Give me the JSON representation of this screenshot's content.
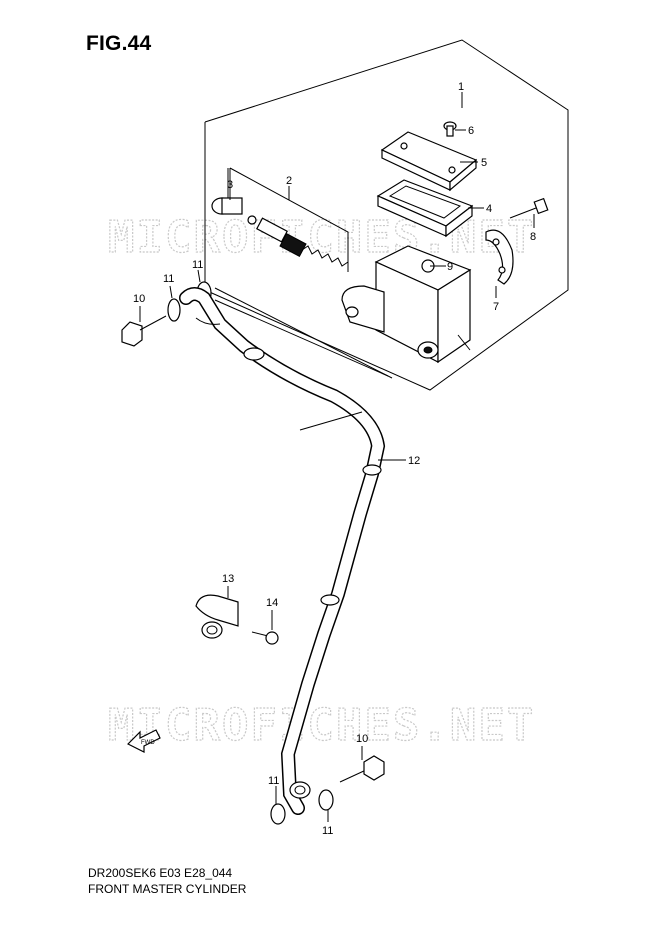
{
  "figure": {
    "title": "FIG.44",
    "model_code": "DR200SEK6 E03 E28_044",
    "caption": "FRONT MASTER CYLINDER"
  },
  "watermark": {
    "text": "MICROFICHES.NET"
  },
  "direction_label": "FWD",
  "callouts": [
    {
      "id": "1",
      "label": "1"
    },
    {
      "id": "2",
      "label": "2"
    },
    {
      "id": "3",
      "label": "3"
    },
    {
      "id": "4",
      "label": "4"
    },
    {
      "id": "5",
      "label": "5"
    },
    {
      "id": "6",
      "label": "6"
    },
    {
      "id": "7",
      "label": "7"
    },
    {
      "id": "8",
      "label": "8"
    },
    {
      "id": "9",
      "label": "9"
    },
    {
      "id": "10a",
      "label": "10"
    },
    {
      "id": "11a",
      "label": "11"
    },
    {
      "id": "11b",
      "label": "11"
    },
    {
      "id": "12",
      "label": "12"
    },
    {
      "id": "13",
      "label": "13"
    },
    {
      "id": "14",
      "label": "14"
    },
    {
      "id": "10b",
      "label": "10"
    },
    {
      "id": "11c",
      "label": "11"
    },
    {
      "id": "11d",
      "label": "11"
    }
  ]
}
